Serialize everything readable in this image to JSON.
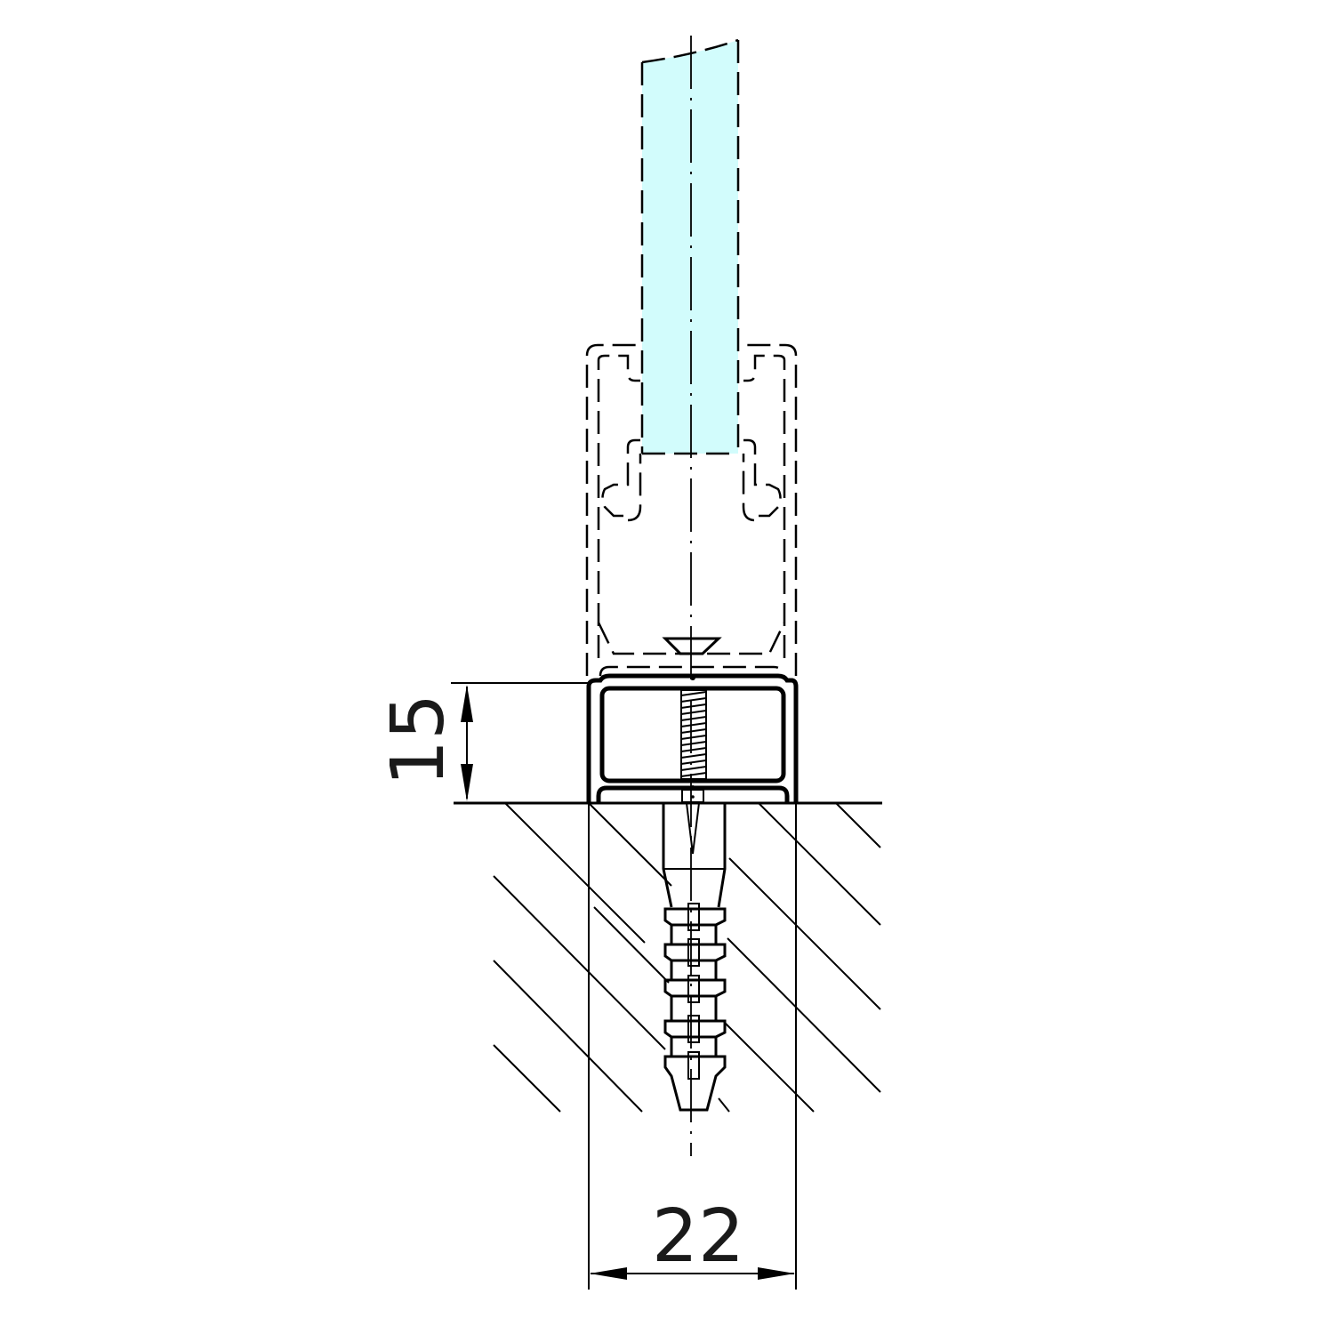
{
  "drawing": {
    "title": "Glass rail base profile – cross section",
    "colors": {
      "glass": "#d2fcfc",
      "line": "#000000"
    },
    "dimensions": {
      "height": {
        "value": "15",
        "orientation": "vertical"
      },
      "width": {
        "value": "22",
        "orientation": "horizontal"
      }
    },
    "components": [
      {
        "name": "glass-panel",
        "style": "dashed (phantom)"
      },
      {
        "name": "upper-profile",
        "style": "dashed (phantom)"
      },
      {
        "name": "countersunk-screw",
        "style": "solid"
      },
      {
        "name": "base-profile",
        "style": "solid, height 15, width 22"
      },
      {
        "name": "threaded-insert",
        "style": "hatched"
      },
      {
        "name": "wall-plug",
        "style": "solid"
      },
      {
        "name": "substrate",
        "style": "diagonal hatch"
      }
    ]
  }
}
